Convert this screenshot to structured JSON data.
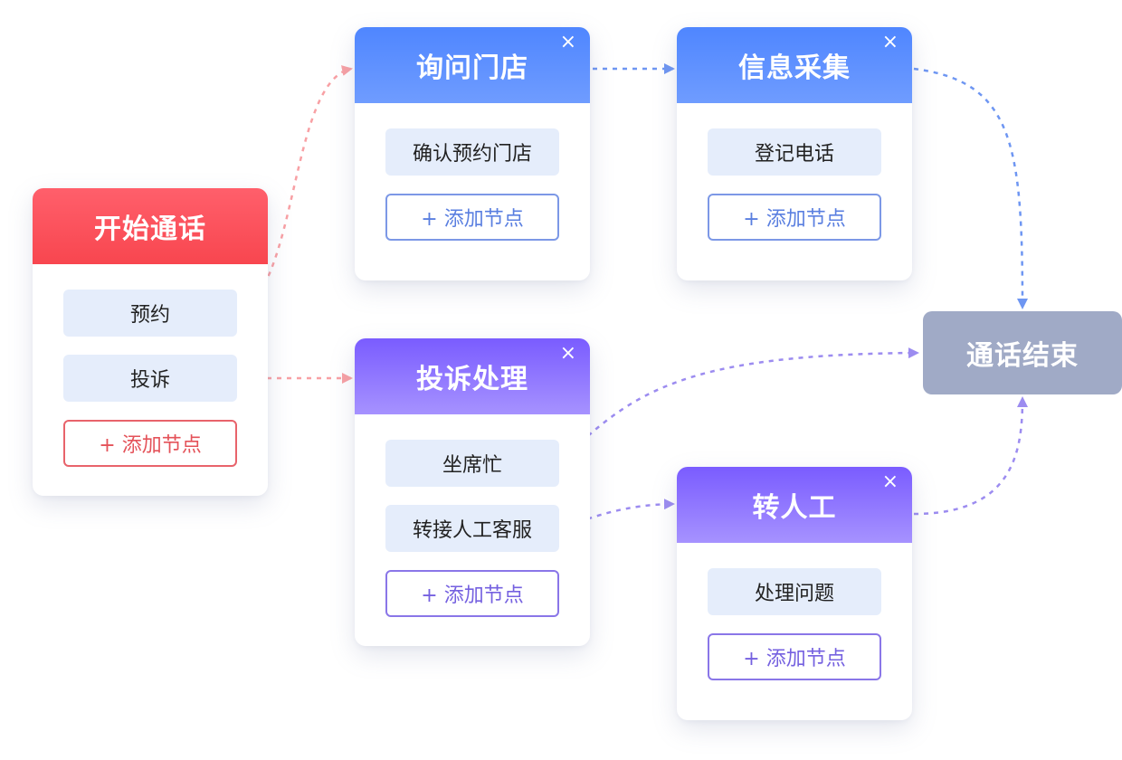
{
  "colors": {
    "red": "#f8464f",
    "blue": "#4f86ff",
    "purple": "#7a5cff",
    "end_node": "#a0aac6",
    "connector_red": "#f8a0a4",
    "connector_blue": "#6e96f2",
    "connector_purple": "#9c8cf0"
  },
  "close_icon": "×",
  "add_button_label": "+ 添加节点",
  "nodes": {
    "start": {
      "title": "开始通话",
      "options": [
        "预约",
        "投诉"
      ]
    },
    "inquire_store": {
      "title": "询问门店",
      "options": [
        "确认预约门店"
      ]
    },
    "info_collect": {
      "title": "信息采集",
      "options": [
        "登记电话"
      ]
    },
    "complaint": {
      "title": "投诉处理",
      "options": [
        "坐席忙",
        "转接人工客服"
      ]
    },
    "transfer": {
      "title": "转人工",
      "options": [
        "处理问题"
      ]
    },
    "end": {
      "title": "通话结束"
    }
  },
  "edges": [
    {
      "from": "start.预约",
      "to": "询问门店"
    },
    {
      "from": "start.投诉",
      "to": "投诉处理"
    },
    {
      "from": "询问门店",
      "to": "信息采集"
    },
    {
      "from": "信息采集",
      "to": "通话结束"
    },
    {
      "from": "投诉处理.坐席忙",
      "to": "通话结束"
    },
    {
      "from": "投诉处理.转接人工客服",
      "to": "转人工"
    },
    {
      "from": "转人工",
      "to": "通话结束"
    }
  ]
}
